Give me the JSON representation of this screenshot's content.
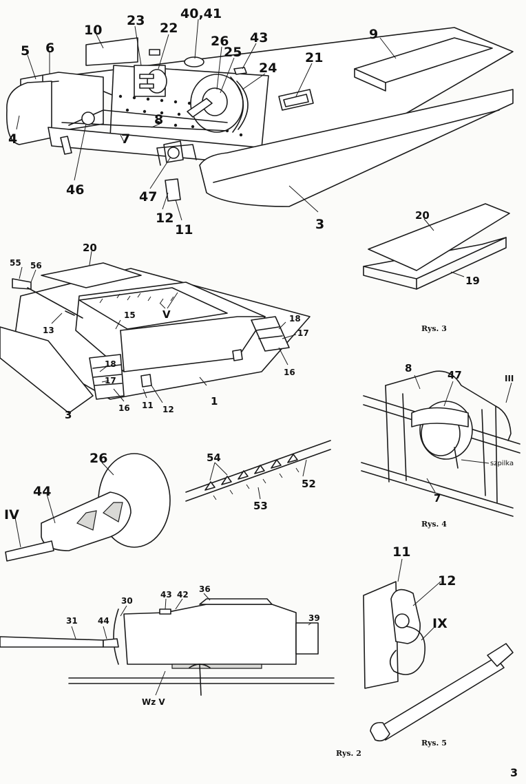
{
  "figure1": {
    "labels": [
      "10",
      "23",
      "22",
      "40,41",
      "26",
      "25",
      "43",
      "24",
      "21",
      "9",
      "5",
      "6",
      "4",
      "8",
      "7",
      "46",
      "47",
      "12",
      "11",
      "3"
    ]
  },
  "figure2": {
    "labels": [
      "20",
      "55",
      "56",
      "13",
      "15",
      "V",
      "18",
      "17",
      "16",
      "18",
      "17",
      "3",
      "16",
      "11",
      "12",
      "1"
    ]
  },
  "figure3": {
    "labels": [
      "20",
      "19"
    ],
    "caption": "Rys. 3"
  },
  "figure4": {
    "labels": [
      "8",
      "47",
      "III",
      "7"
    ],
    "note": "szpilka",
    "caption": "Rys. 4"
  },
  "figure_gun": {
    "labels": [
      "26",
      "44",
      "IV"
    ]
  },
  "figure_tracks": {
    "labels": [
      "54",
      "52",
      "53"
    ]
  },
  "figure_section": {
    "labels": [
      "43",
      "42",
      "36",
      "30",
      "31",
      "44",
      "39",
      "Wz V"
    ],
    "caption": "Rys. 2"
  },
  "figure5": {
    "labels": [
      "11",
      "12",
      "IX"
    ],
    "caption": "Rys. 5"
  },
  "page_number": "3"
}
